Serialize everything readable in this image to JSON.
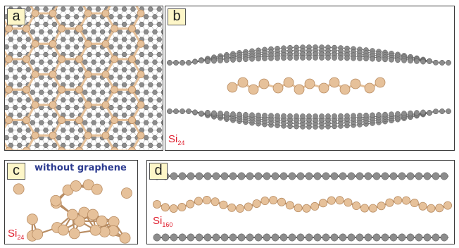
{
  "panels": {
    "a": {
      "label": "a"
    },
    "b": {
      "label": "b",
      "formula_base": "Si",
      "formula_sub": "24"
    },
    "c": {
      "label": "c",
      "note": "without graphene",
      "formula_base": "Si",
      "formula_sub": "24"
    },
    "d": {
      "label": "d",
      "formula_base": "Si",
      "formula_sub": "160"
    }
  },
  "colors": {
    "silicon": "#e6c19a",
    "silicon_edge": "#b98d63",
    "carbon": "#8c8c8c",
    "carbon_edge": "#555555",
    "lattice": "#b9b9b9",
    "formula": "#e0202f"
  }
}
